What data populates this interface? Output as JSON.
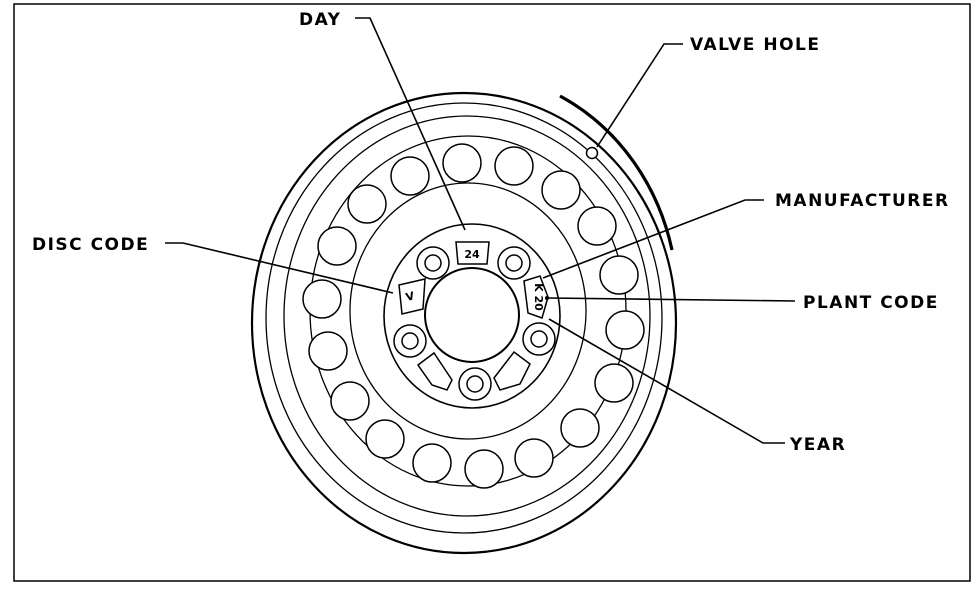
{
  "labels": {
    "day": "DAY",
    "valve_hole": "VALVE HOLE",
    "manufacturer": "MANUFACTURER",
    "disc_code": "DISC CODE",
    "plant_code": "PLANT CODE",
    "year": "YEAR"
  },
  "stamps": {
    "day_value": "24",
    "disc_value": "V",
    "plant_value": "K 20"
  }
}
